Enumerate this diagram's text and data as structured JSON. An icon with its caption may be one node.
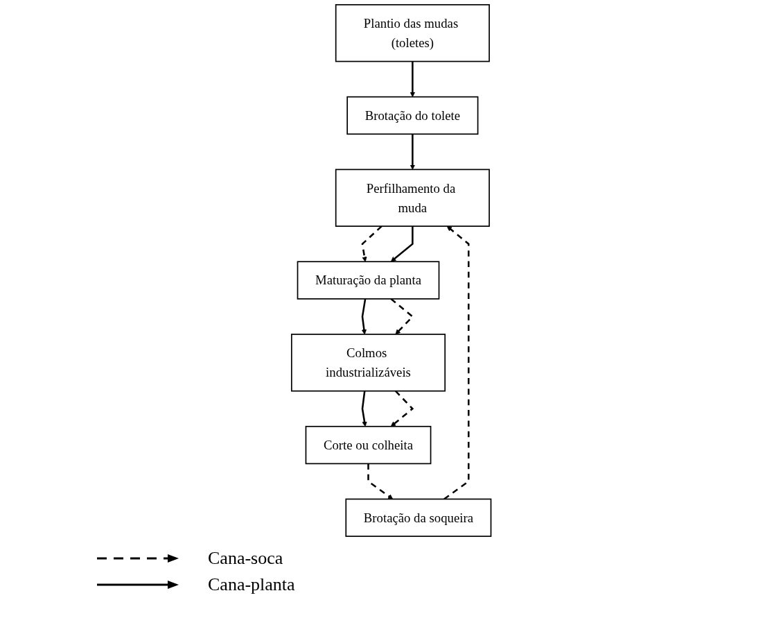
{
  "diagram": {
    "nodes": [
      {
        "text": [
          "Plantio das mudas (toletes)"
        ]
      },
      {
        "text": [
          "Brotação do tolete"
        ]
      },
      {
        "text": [
          "Perfilhamento da muda"
        ]
      },
      {
        "text": [
          "Maturação da planta"
        ]
      },
      {
        "text": [
          "Colmos industrializáveis"
        ]
      },
      {
        "text": [
          "Corte ou colheita"
        ]
      },
      {
        "text": [
          "Brotação da soqueira"
        ]
      }
    ],
    "edges": [
      {
        "from": 0,
        "to": 1,
        "arrow": "to"
      },
      {
        "from": 1,
        "to": 2,
        "arrow": "to"
      },
      {
        "from": 2,
        "to": 3,
        "arrow": "to",
        "style": "dashed"
      },
      {
        "from": 2,
        "to": 3,
        "arrow": "to"
      },
      {
        "from": 3,
        "to": 4,
        "arrow": "to"
      },
      {
        "from": 3,
        "to": 4,
        "arrow": "to",
        "style": "dashed"
      },
      {
        "from": 4,
        "to": 5,
        "arrow": "to"
      },
      {
        "from": 4,
        "to": 5,
        "arrow": "to",
        "style": "dashed"
      },
      {
        "from": 5,
        "to": 6,
        "arrow": "to",
        "style": "dashed"
      },
      {
        "from": 6,
        "to": 2,
        "arrow": "to",
        "style": "dashed"
      }
    ],
    "legend": [
      {
        "text": "Cana-soca"
      },
      {
        "text": "Cana-planta"
      }
    ]
  }
}
